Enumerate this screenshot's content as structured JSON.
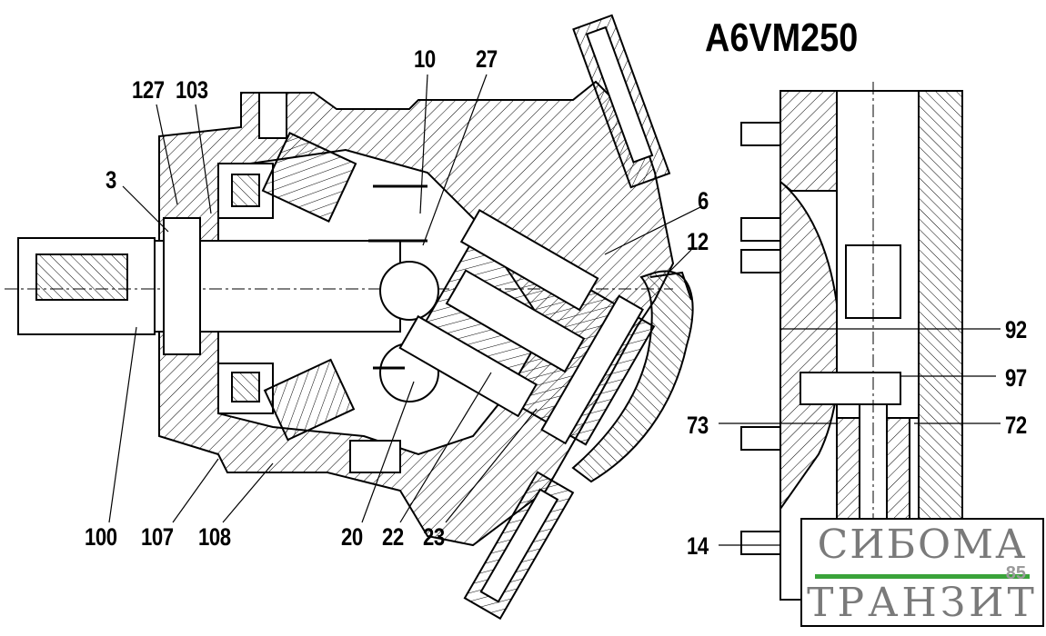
{
  "title": "A6VM250",
  "labels": {
    "l127": "127",
    "l103": "103",
    "l10": "10",
    "l27": "27",
    "l3": "3",
    "l6": "6",
    "l12": "12",
    "l92": "92",
    "l97": "97",
    "l73": "73",
    "l72": "72",
    "l14": "14",
    "l100": "100",
    "l107": "107",
    "l108": "108",
    "l20": "20",
    "l22": "22",
    "l23": "23"
  },
  "logo": {
    "line1": "СИБОМА",
    "line2": "ТРАНЗИТ",
    "page": "85"
  }
}
